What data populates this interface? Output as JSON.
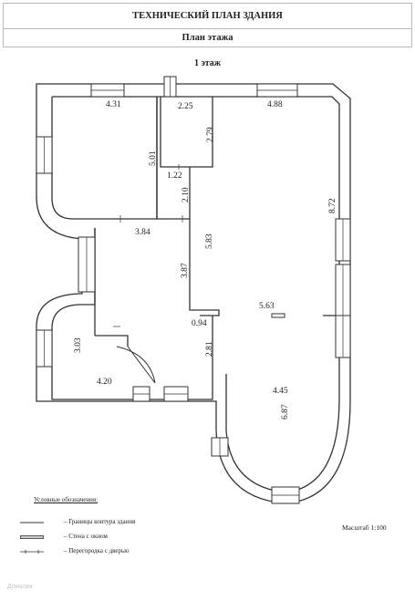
{
  "header": {
    "title": "ТЕХНИЧЕСКИЙ ПЛАН ЗДАНИЯ",
    "subtitle": "План этажа"
  },
  "floor_label": "1 этаж",
  "dimensions": {
    "d1": "4.31",
    "d2": "2.25",
    "d3": "4.88",
    "d4": "5.01",
    "d5": "2.79",
    "d6": "1.22",
    "d7": "2.10",
    "d8": "8.72",
    "d9": "3.84",
    "d10": "5.83",
    "d11": "3.87",
    "d12": "5.63",
    "d13": "0.94",
    "d14": "3.03",
    "d15": "2.81",
    "d16": "4.20",
    "d17": "4.45",
    "d18": "6.87"
  },
  "legend": {
    "title": "Условные обозначения:",
    "items": [
      {
        "symbol": "line",
        "text": "–  Границы контура здания"
      },
      {
        "symbol": "window",
        "text": "–  Стена с окном"
      },
      {
        "symbol": "door",
        "text": "–  Перегородка с дверью"
      }
    ]
  },
  "scale": "Масштаб 1:100",
  "watermark": "Домклик"
}
